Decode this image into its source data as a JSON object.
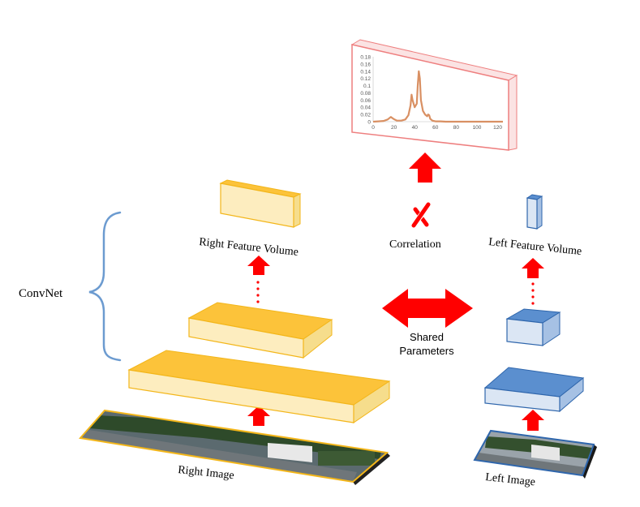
{
  "labels": {
    "convnet": "ConvNet",
    "right_feature_volume": "Right Feature Volume",
    "left_feature_volume": "Left Feature Volume",
    "correlation": "Correlation",
    "shared_line1": "Shared",
    "shared_line2": "Parameters",
    "right_image": "Right Image",
    "left_image": "Left Image"
  },
  "colors": {
    "orange_front": "#fdedbf",
    "orange_top": "#fcc33a",
    "orange_side": "#f6dd8c",
    "orange_edge": "#f3b61a",
    "blue_front": "#dbe6f4",
    "blue_top": "#5b8fcf",
    "blue_side": "#a6c1e4",
    "blue_edge": "#2f66ac",
    "arrow": "#ff0000",
    "brace": "#6c9bd0",
    "plot_frame": "#ee7f7f",
    "plot_line": "#d99063"
  },
  "chart_data": {
    "type": "line",
    "title": "",
    "xlabel": "",
    "ylabel": "",
    "xlim": [
      0,
      125
    ],
    "ylim": [
      0,
      0.18
    ],
    "xticks": [
      0,
      20,
      40,
      60,
      80,
      100,
      120
    ],
    "yticks": [
      0,
      0.02,
      0.04,
      0.06,
      0.08,
      0.1,
      0.12,
      0.14,
      0.16,
      0.18
    ],
    "series": [
      {
        "x": [
          0,
          5,
          10,
          14,
          17,
          20,
          23,
          27,
          31,
          34,
          36,
          37,
          38,
          40,
          42,
          43,
          44,
          45,
          46,
          48,
          50,
          52,
          53,
          54,
          55,
          57,
          60,
          65,
          70,
          80,
          100,
          125
        ],
        "values": [
          0,
          0.001,
          0.002,
          0.006,
          0.013,
          0.007,
          0.003,
          0.003,
          0.006,
          0.018,
          0.045,
          0.075,
          0.06,
          0.04,
          0.05,
          0.1,
          0.14,
          0.12,
          0.06,
          0.03,
          0.02,
          0.015,
          0.02,
          0.018,
          0.008,
          0.003,
          0.001,
          0.001,
          0,
          0,
          0,
          0
        ]
      }
    ]
  }
}
